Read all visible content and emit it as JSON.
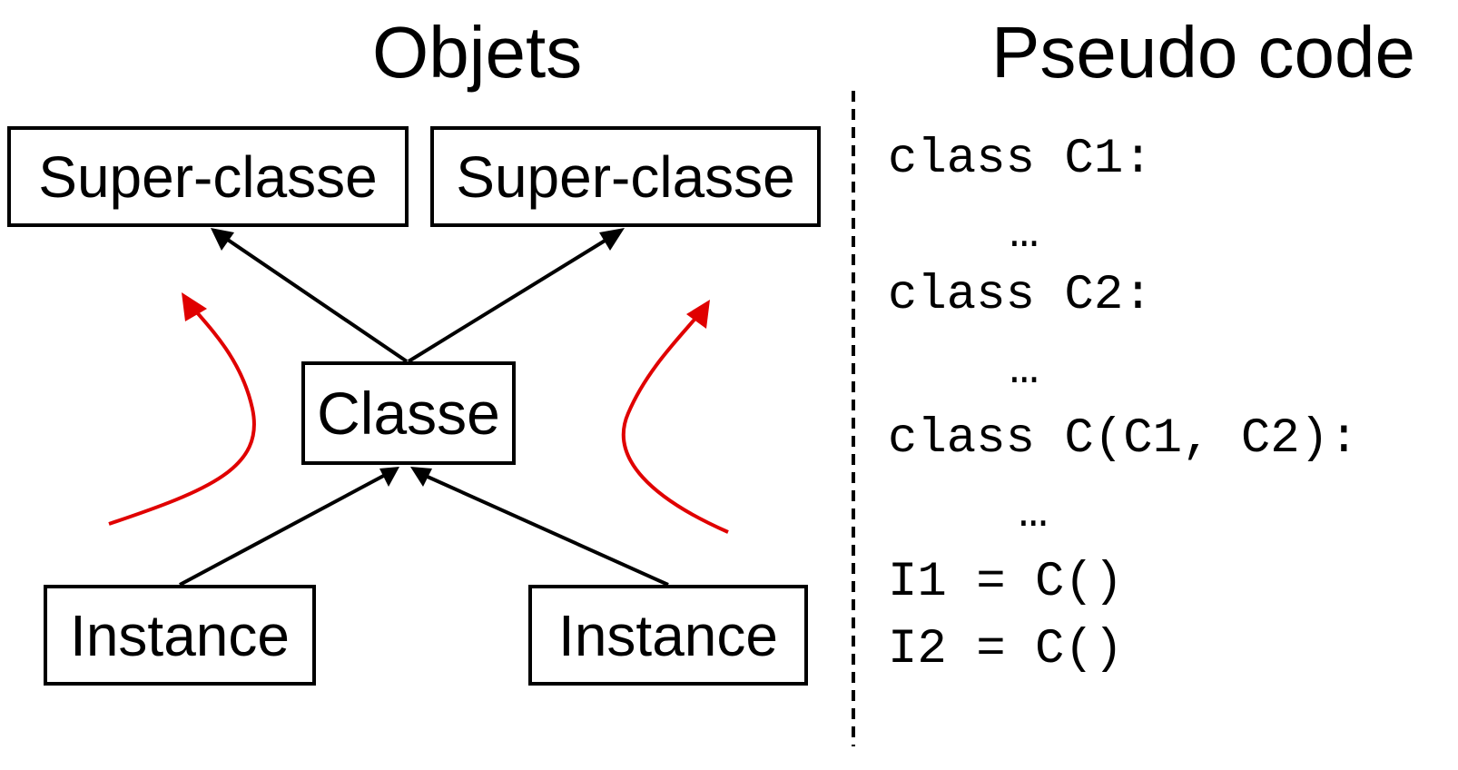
{
  "headings": {
    "objects": "Objets",
    "pseudo_code": "Pseudo code"
  },
  "boxes": {
    "superclass_left": "Super-classe",
    "superclass_right": "Super-classe",
    "class": "Classe",
    "instance_left": "Instance",
    "instance_right": "Instance"
  },
  "code_lines": [
    "class C1:",
    "…",
    "class C2:",
    "…",
    "class C(C1, C2):",
    "…",
    "I1 = C()",
    "I2 = C()"
  ],
  "colors": {
    "inheritance_arrow": "#000000",
    "lookup_arrow": "#e00000",
    "divider": "#000000"
  }
}
